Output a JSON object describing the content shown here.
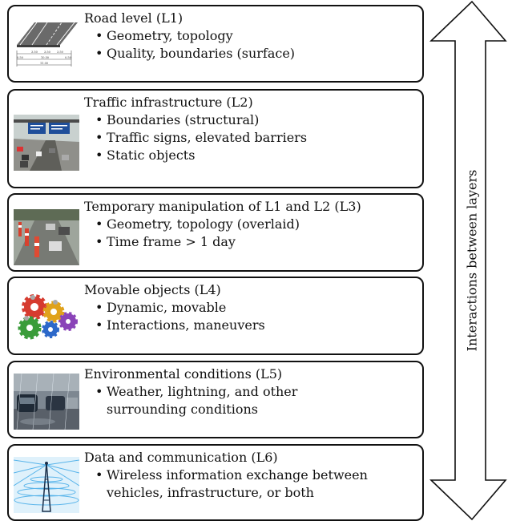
{
  "layers": [
    {
      "title": "Road level (L1)",
      "thumb_icon": "road-cross-section-icon",
      "items": [
        "Geometry, topology",
        "Quality, boundaries (surface)"
      ]
    },
    {
      "title": "Traffic infrastructure (L2)",
      "thumb_icon": "highway-signs-photo",
      "items": [
        "Boundaries (structural)",
        "Traffic signs, elevated barriers",
        "Static objects"
      ]
    },
    {
      "title": "Temporary manipulation of L1 and L2 (L3)",
      "thumb_icon": "roadworks-photo",
      "items": [
        "Geometry, topology (overlaid)",
        "Time frame > 1 day"
      ]
    },
    {
      "title": "Movable objects (L4)",
      "thumb_icon": "gears-people-icon",
      "items": [
        "Dynamic, movable",
        "Interactions, maneuvers"
      ]
    },
    {
      "title": "Environmental conditions (L5)",
      "thumb_icon": "rainy-traffic-photo",
      "items": [
        "Weather, lightning, and other",
        "surrounding conditions"
      ]
    },
    {
      "title": "Data and communication (L6)",
      "thumb_icon": "radio-tower-icon",
      "items": [
        "Wireless information exchange between",
        "vehicles, infrastructure, or both"
      ]
    }
  ],
  "bullet_symbol": "•",
  "arrow": {
    "label": "Interactions between layers",
    "icon": "double-headed-arrow-icon"
  },
  "road_dims": {
    "top_widths": [
      "3.50",
      "3.50",
      "3.50"
    ],
    "side_widths": [
      "0.50",
      "0.50"
    ],
    "lower_width": "10.50",
    "total_width": "11.00"
  }
}
